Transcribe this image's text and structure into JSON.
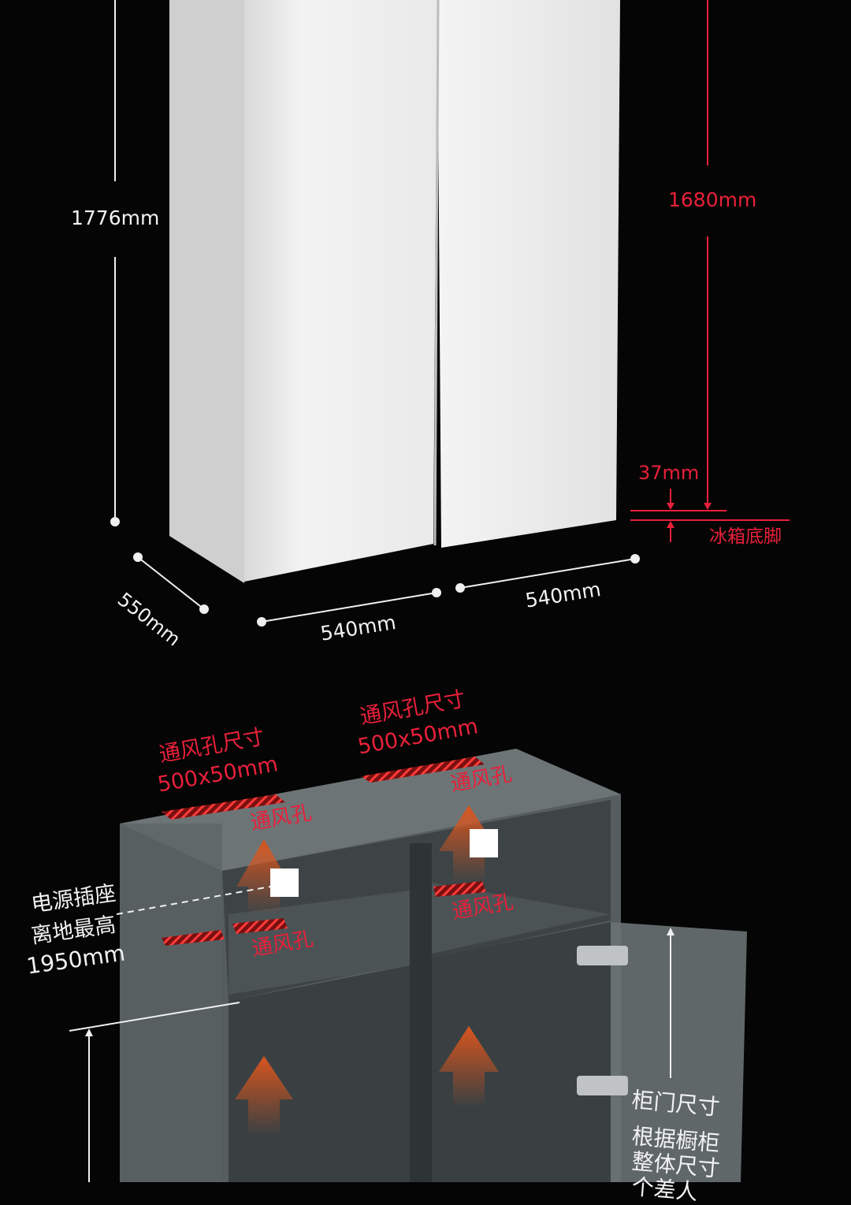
{
  "fridge_dimensions": {
    "total_height": "1776mm",
    "door_height": "1680mm",
    "foot_height": "37mm",
    "foot_label": "冰箱底脚",
    "depth": "550mm",
    "width_left": "540mm",
    "width_right": "540mm"
  },
  "cabinet": {
    "vent_size_left_title": "通风孔尺寸",
    "vent_size_left_value": "500x50mm",
    "vent_size_right_title": "通风孔尺寸",
    "vent_size_right_value": "500x50mm",
    "vent_labels": [
      "通风孔",
      "通风孔",
      "通风孔",
      "通风孔"
    ],
    "socket_note_line1": "电源插座",
    "socket_note_line2": "离地最高",
    "socket_note_line3": "1950mm",
    "door_label": "柜门尺寸",
    "door_note_line1": "根据橱柜",
    "door_note_line2": "整体尺寸",
    "door_note_line3": "个差人"
  },
  "colors": {
    "accent_red": "#e8203a",
    "background": "#050505",
    "cabinet_gray": "#5b6264"
  }
}
